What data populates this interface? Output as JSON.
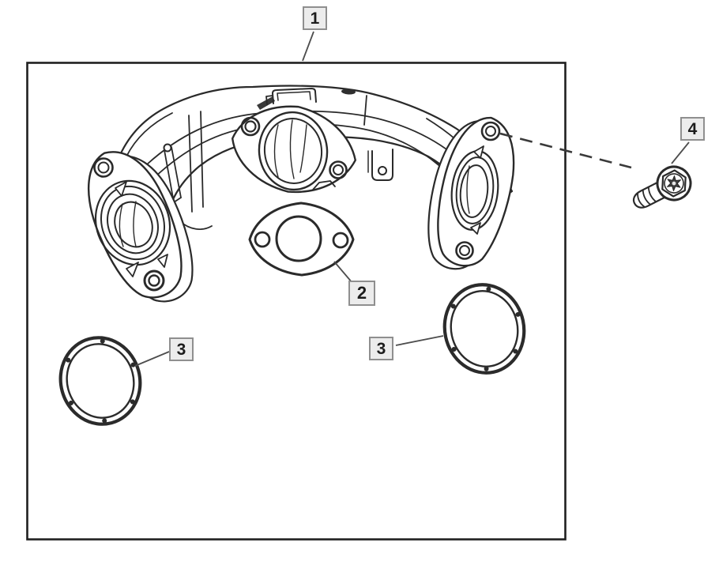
{
  "figure": {
    "type": "exploded-parts-diagram",
    "background": "#ffffff",
    "line_color": "#2a2a2a",
    "frame_color": "#1f1f1f",
    "callout_style": {
      "background": "#ececec",
      "border_color": "#8f8f8f",
      "text_color": "#1c1c1c"
    },
    "callouts": [
      {
        "number": "1",
        "part": "exhaust-manifold-assembly"
      },
      {
        "number": "2",
        "part": "oval-flange-gasket"
      },
      {
        "number": "3",
        "part": "ring-gasket-left"
      },
      {
        "number": "3",
        "part": "ring-gasket-right"
      },
      {
        "number": "4",
        "part": "flange-head-bolt"
      }
    ]
  }
}
